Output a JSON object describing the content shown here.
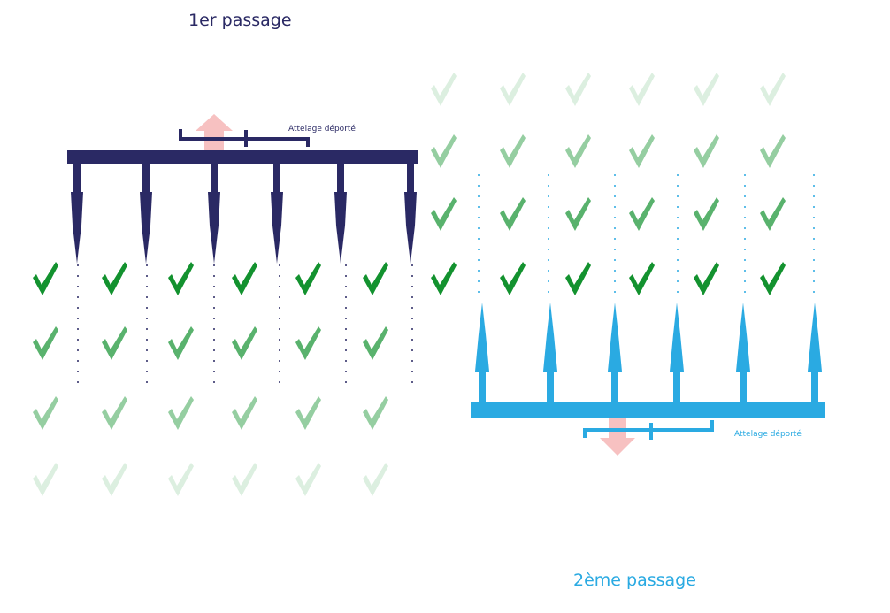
{
  "pass1": {
    "title": "1er passage",
    "hitch_label": "Attelage déporté",
    "color": "#2a2964",
    "tine_count": 6,
    "travel_direction": "up"
  },
  "pass2": {
    "title": "2ème passage",
    "hitch_label": "Attelage déporté",
    "color": "#2aaae2",
    "tine_count": 6,
    "travel_direction": "down"
  },
  "arrow_color": "#f7c1c1",
  "crop_rows": {
    "pass1": {
      "check_rows": 4,
      "check_cols": 6,
      "row_opacity": [
        1.0,
        0.7,
        0.45,
        0.15
      ]
    },
    "pass2": {
      "check_rows": 4,
      "check_cols": 6,
      "row_opacity": [
        0.15,
        0.45,
        0.7,
        1.0
      ]
    }
  },
  "check_color": "#13922f"
}
